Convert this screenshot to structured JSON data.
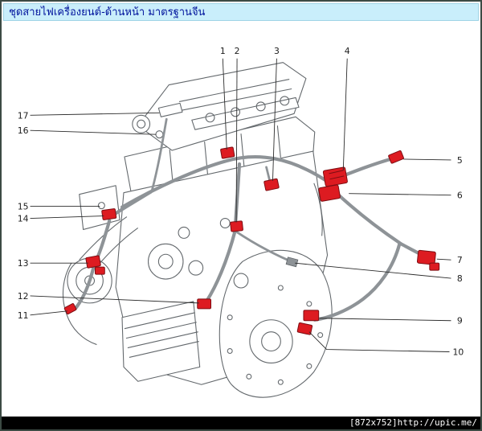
{
  "title_bar": {
    "text": "ชุดสายไฟเครื่องยนต์-ด้านหน้า มาตรฐานจีน"
  },
  "status_bar": {
    "text": "[872x752]http://upic.me/"
  },
  "diagram": {
    "callouts": [
      {
        "label": "1"
      },
      {
        "label": "2"
      },
      {
        "label": "3"
      },
      {
        "label": "4"
      },
      {
        "label": "5"
      },
      {
        "label": "6"
      },
      {
        "label": "7"
      },
      {
        "label": "8"
      },
      {
        "label": "9"
      },
      {
        "label": "10"
      },
      {
        "label": "11"
      },
      {
        "label": "12"
      },
      {
        "label": "13"
      },
      {
        "label": "14"
      },
      {
        "label": "15"
      },
      {
        "label": "16"
      },
      {
        "label": "17"
      }
    ],
    "colors": {
      "connector_red": "#dd1b21",
      "harness_gray": "#8e9397",
      "line_art_gray": "#63686c",
      "title_bg": "#c9eefb",
      "title_text": "#00139c",
      "status_bg": "#000000",
      "status_text": "#ffffff"
    }
  }
}
